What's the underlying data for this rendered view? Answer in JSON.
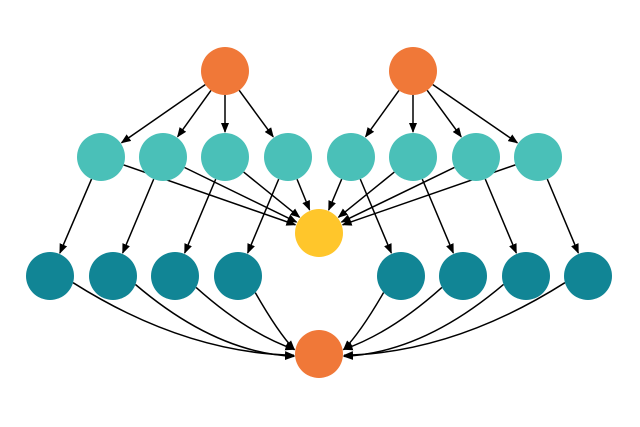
{
  "graph": {
    "colors": {
      "source": "#f07838",
      "middle": "#4ac0b8",
      "sink_top": "#ffc62b",
      "bottom": "#118595",
      "sink_bottom": "#f07838",
      "edge": "#000000"
    },
    "nodes": [
      {
        "id": "top-left-root",
        "group": "source"
      },
      {
        "id": "top-right-root",
        "group": "source"
      },
      {
        "id": "mid-1",
        "group": "middle"
      },
      {
        "id": "mid-2",
        "group": "middle"
      },
      {
        "id": "mid-3",
        "group": "middle"
      },
      {
        "id": "mid-4",
        "group": "middle"
      },
      {
        "id": "mid-5",
        "group": "middle"
      },
      {
        "id": "mid-6",
        "group": "middle"
      },
      {
        "id": "mid-7",
        "group": "middle"
      },
      {
        "id": "mid-8",
        "group": "middle"
      },
      {
        "id": "center-hub",
        "group": "sink_top"
      },
      {
        "id": "low-1",
        "group": "bottom"
      },
      {
        "id": "low-2",
        "group": "bottom"
      },
      {
        "id": "low-3",
        "group": "bottom"
      },
      {
        "id": "low-4",
        "group": "bottom"
      },
      {
        "id": "low-5",
        "group": "bottom"
      },
      {
        "id": "low-6",
        "group": "bottom"
      },
      {
        "id": "low-7",
        "group": "bottom"
      },
      {
        "id": "low-8",
        "group": "bottom"
      },
      {
        "id": "bottom-sink",
        "group": "sink_bottom"
      }
    ],
    "edges": [
      [
        "top-left-root",
        "mid-1"
      ],
      [
        "top-left-root",
        "mid-2"
      ],
      [
        "top-left-root",
        "mid-3"
      ],
      [
        "top-left-root",
        "mid-4"
      ],
      [
        "top-right-root",
        "mid-5"
      ],
      [
        "top-right-root",
        "mid-6"
      ],
      [
        "top-right-root",
        "mid-7"
      ],
      [
        "top-right-root",
        "mid-8"
      ],
      [
        "mid-1",
        "center-hub"
      ],
      [
        "mid-2",
        "center-hub"
      ],
      [
        "mid-3",
        "center-hub"
      ],
      [
        "mid-4",
        "center-hub"
      ],
      [
        "mid-5",
        "center-hub"
      ],
      [
        "mid-6",
        "center-hub"
      ],
      [
        "mid-7",
        "center-hub"
      ],
      [
        "mid-8",
        "center-hub"
      ],
      [
        "mid-1",
        "low-1"
      ],
      [
        "mid-2",
        "low-2"
      ],
      [
        "mid-3",
        "low-3"
      ],
      [
        "mid-4",
        "low-4"
      ],
      [
        "mid-5",
        "low-5"
      ],
      [
        "mid-6",
        "low-6"
      ],
      [
        "mid-7",
        "low-7"
      ],
      [
        "mid-8",
        "low-8"
      ],
      [
        "low-1",
        "bottom-sink"
      ],
      [
        "low-2",
        "bottom-sink"
      ],
      [
        "low-3",
        "bottom-sink"
      ],
      [
        "low-4",
        "bottom-sink"
      ],
      [
        "low-5",
        "bottom-sink"
      ],
      [
        "low-6",
        "bottom-sink"
      ],
      [
        "low-7",
        "bottom-sink"
      ],
      [
        "low-8",
        "bottom-sink"
      ]
    ]
  }
}
